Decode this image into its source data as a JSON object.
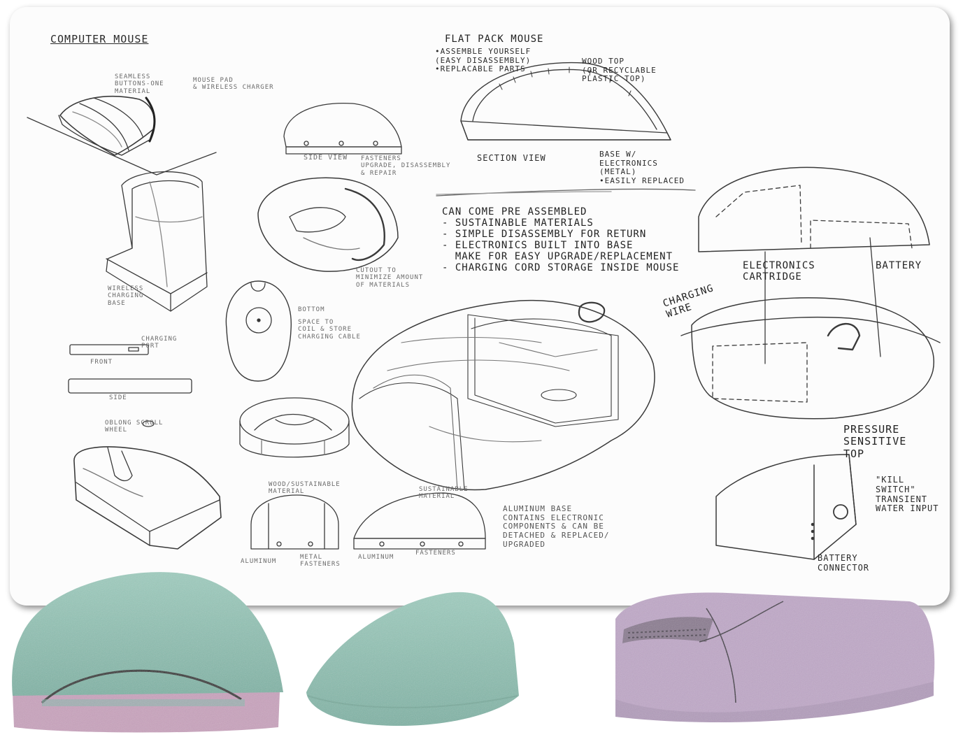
{
  "sketch_labels": {
    "computer_mouse_title": "COMPUTER MOUSE",
    "seamless": "SEAMLESS\nBUTTONS-ONE\nMATERIAL",
    "mouse_pad": "MOUSE PAD\n& WIRELESS CHARGER",
    "side_view": "SIDE VIEW",
    "fasteners": "FASTENERS\nUPGRADE, DISASSEMBLY\n& REPAIR",
    "wireless_charging_base": "WIRELESS\nCHARGING\nBASE",
    "cutout": "CUTOUT TO\nMINIMIZE AMOUNT\nOF MATERIALS",
    "bottom": "BOTTOM",
    "space_to_coil": "SPACE TO\nCOIL & STORE\nCHARGING CABLE",
    "charging_port": "CHARGING\nPORT",
    "front": "FRONT",
    "side": "SIDE",
    "oblong_scroll_wheel": "OBLONG SCROLL\nWHEEL",
    "wood_sustainable_material": "WOOD/SUSTAINABLE\nMATERIAL",
    "aluminum_left": "ALUMINUM",
    "metal_fasteners": "METAL\nFASTENERS",
    "sustainable_material_2": "SUSTAINABLE\nMATERIAL",
    "aluminum_right": "ALUMINUM",
    "fasteners_2": "FASTENERS",
    "aluminum_base_note": "ALUMINUM BASE\nCONTAINS ELECTRONIC\nCOMPONENTS & CAN BE\nDETACHED & REPLACED/\nUPGRADED",
    "flat_pack_title": "FLAT PACK MOUSE",
    "flat_pack_notes": "•ASSEMBLE YOURSELF\n(EASY DISASSEMBLY)\n•REPLACABLE PARTS",
    "wood_top": "WOOD TOP\n(OR RECYCLABLE\nPLASTIC TOP)",
    "section_view": "SECTION VIEW",
    "base_notes": "BASE W/\nELECTRONICS\n(METAL)\n•EASILY REPLACED",
    "pre_assembled_list": "CAN COME PRE ASSEMBLED\n- SUSTAINABLE MATERIALS\n- SIMPLE DISASSEMBLY FOR RETURN\n- ELECTRONICS BUILT INTO BASE\n  MAKE FOR EASY UPGRADE/REPLACEMENT\n- CHARGING CORD STORAGE INSIDE MOUSE",
    "electronics_cartridge": "ELECTRONICS\nCARTRIDGE",
    "battery": "BATTERY",
    "charging_wire": "CHARGING\nWIRE",
    "pressure_sensitive_top": "PRESSURE\nSENSITIVE\nTOP",
    "kill_switch": "\"KILL\nSWITCH\"\nTRANSIENT\nWATER INPUT",
    "battery_connector": "BATTERY\nCONNECTOR"
  },
  "colors": {
    "foam_green": "#8fc2b3",
    "foam_pink": "#c9a3bd",
    "foam_purple": "#c0a8c8",
    "pencil": "#333333"
  }
}
